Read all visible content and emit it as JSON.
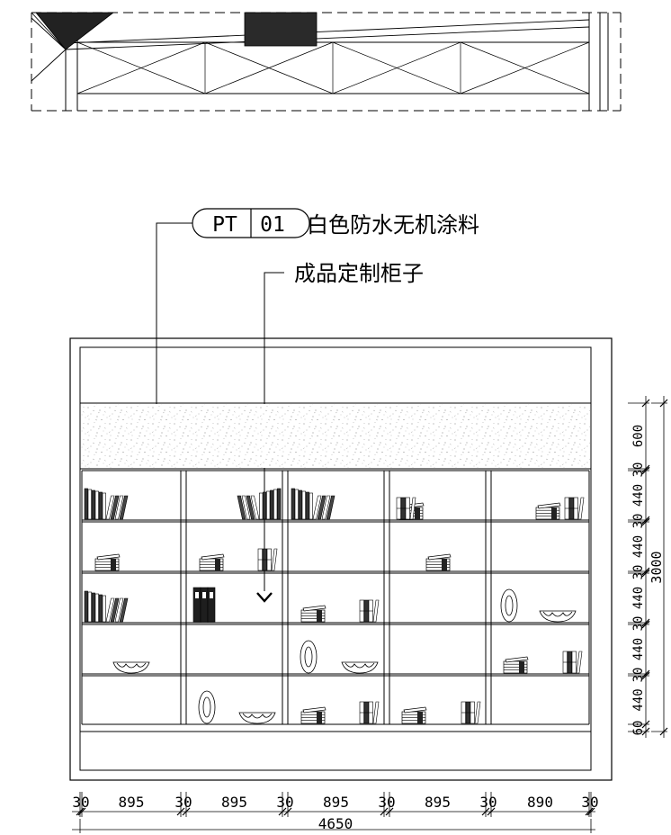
{
  "tag": {
    "code": "PT",
    "number": "01",
    "material": "白色防水无机涂料"
  },
  "callout_cabinet": "成品定制柜子",
  "dimensions": {
    "vertical": {
      "segments": [
        "600",
        "30",
        "440",
        "30",
        "440",
        "30",
        "440",
        "30",
        "440",
        "30",
        "440",
        "60"
      ],
      "total": "3000"
    },
    "horizontal": {
      "segments": [
        "30",
        "895",
        "30",
        "895",
        "30",
        "895",
        "30",
        "895",
        "30",
        "890",
        "30"
      ],
      "total": "4650"
    }
  }
}
